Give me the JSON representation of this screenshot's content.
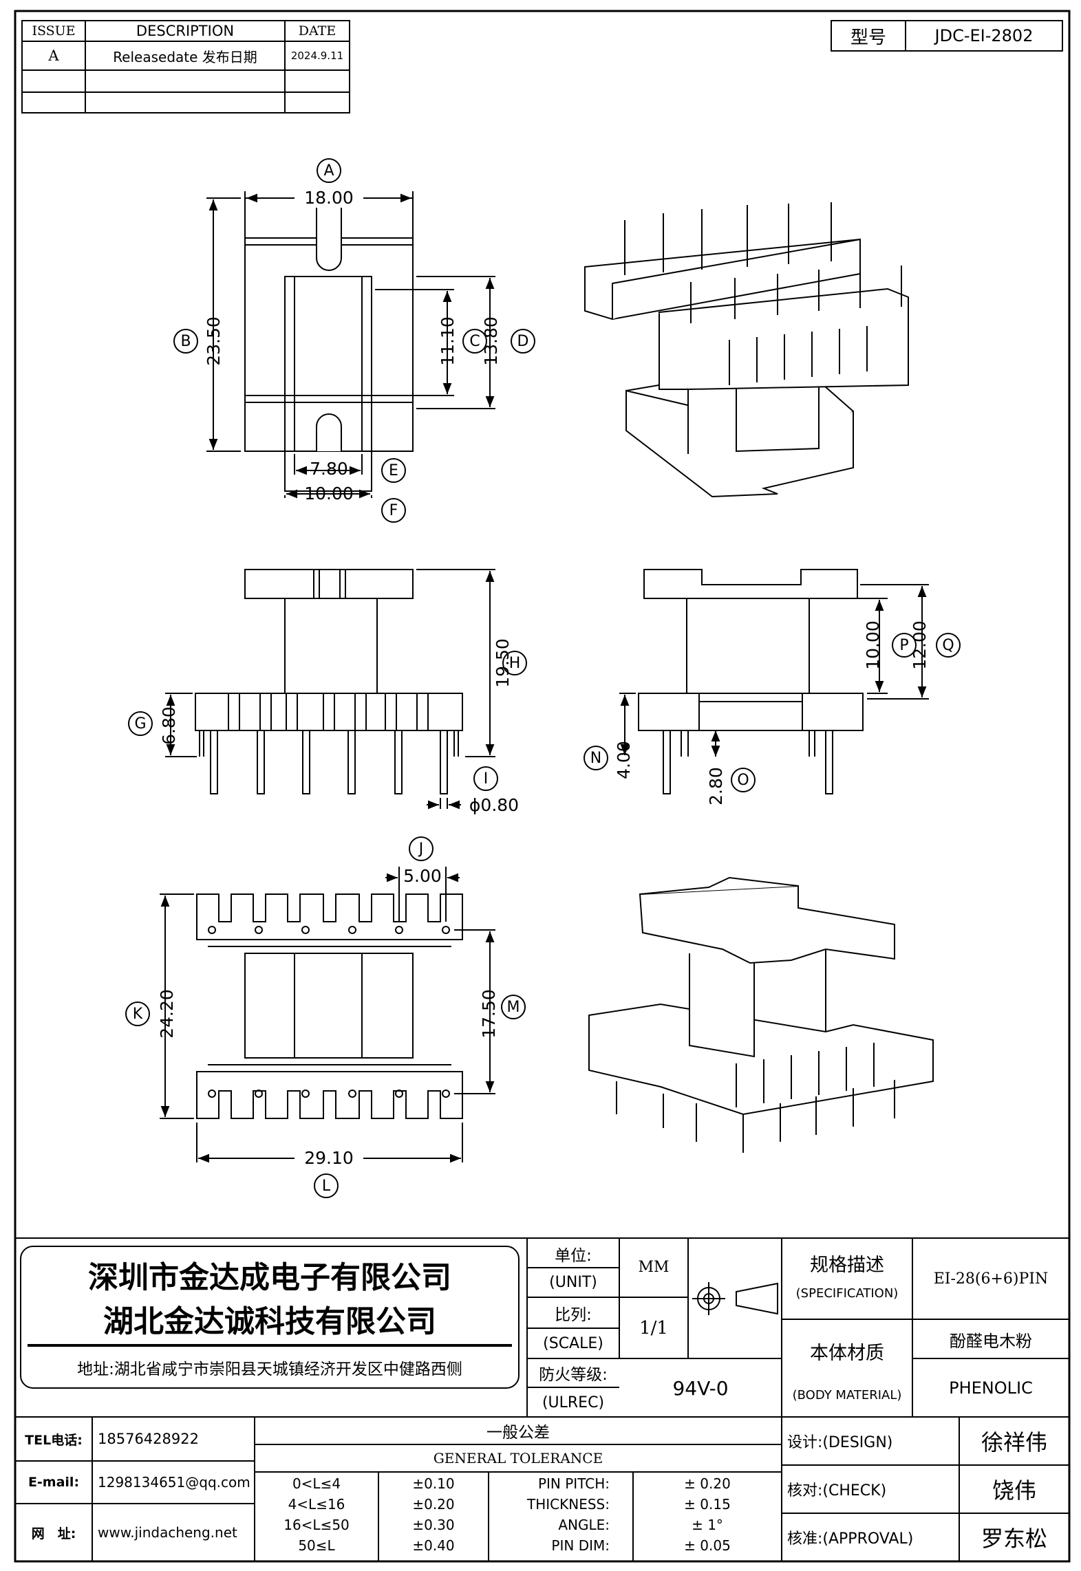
{
  "revision_table": {
    "headers": [
      "ISSUE",
      "DESCRIPTION",
      "DATE"
    ],
    "rows": [
      {
        "issue": "A",
        "description": "Releasedate 发布日期",
        "date": "2024.9.11"
      }
    ]
  },
  "model": {
    "label": "型号",
    "value": "JDC-EI-2802"
  },
  "top_view": {
    "A": {
      "label": "A",
      "value": "18.00"
    },
    "B": {
      "label": "B",
      "value": "23.50"
    },
    "C": {
      "label": "C",
      "value": "11.10"
    },
    "D": {
      "label": "D",
      "value": "13.80"
    },
    "E": {
      "label": "E",
      "value": "7.80"
    },
    "F": {
      "label": "F",
      "value": "10.00"
    }
  },
  "front_view": {
    "G": {
      "label": "G",
      "value": "6.80"
    },
    "H": {
      "label": "H",
      "value": "19.50"
    },
    "I": {
      "label": "I",
      "value": "ϕ0.80"
    }
  },
  "side_view": {
    "P": {
      "label": "P",
      "value": "10.00"
    },
    "Q": {
      "label": "Q",
      "value": "12.00"
    },
    "N": {
      "label": "N",
      "value": "4.00"
    },
    "O": {
      "label": "O",
      "value": "2.80"
    }
  },
  "bottom_view": {
    "J": {
      "label": "J",
      "value": "5.00"
    },
    "K": {
      "label": "K",
      "value": "24.20"
    },
    "M": {
      "label": "M",
      "value": "17.50"
    },
    "L": {
      "label": "L",
      "value": "29.10"
    }
  },
  "company": {
    "name1": "深圳市金达成电子有限公司",
    "name2": "湖北金达诚科技有限公司",
    "address": "地址:湖北省咸宁市崇阳县天城镇经济开发区中健路西侧"
  },
  "unit": {
    "label": "单位:",
    "label_en": "(UNIT)",
    "value": "MM"
  },
  "scale": {
    "label": "比列:",
    "label_en": "(SCALE)",
    "value": "1/1"
  },
  "fire": {
    "label": "防火等级:",
    "label_en": "(ULREC)",
    "value": "94V-0"
  },
  "spec": {
    "label": "规格描述",
    "label_en": "(SPECIFICATION)",
    "value": "EI-28(6+6)PIN"
  },
  "material": {
    "label": "本体材质",
    "label_en": "(BODY MATERIAL)",
    "value_cn": "酚醛电木粉",
    "value_en": "PHENOLIC"
  },
  "contact": {
    "tel_label": "TEL电话:",
    "tel": "18576428922",
    "email_label": "E-mail:",
    "email": "1298134651@qq.com",
    "web_label": "网　址:",
    "web": "www.jindacheng.net"
  },
  "tolerance": {
    "title_cn": "一般公差",
    "title_en": "GENERAL TOLERANCE",
    "ranges": [
      {
        "range": "0<L≤4",
        "tol": "±0.10"
      },
      {
        "range": "4<L≤16",
        "tol": "±0.20"
      },
      {
        "range": "16<L≤50",
        "tol": "±0.30"
      },
      {
        "range": "50≤L",
        "tol": "±0.40"
      }
    ],
    "specials": [
      {
        "name": "PIN PITCH:",
        "value": "± 0.20"
      },
      {
        "name": "THICKNESS:",
        "value": "± 0.15"
      },
      {
        "name": "ANGLE:",
        "value": "± 1°"
      },
      {
        "name": "PIN DIM:",
        "value": "± 0.05"
      }
    ]
  },
  "signoff": [
    {
      "role": "设计:(DESIGN)",
      "name": "徐祥伟"
    },
    {
      "role": "核对:(CHECK)",
      "name": "饶伟"
    },
    {
      "role": "核准:(APPROVAL)",
      "name": "罗东松"
    }
  ]
}
